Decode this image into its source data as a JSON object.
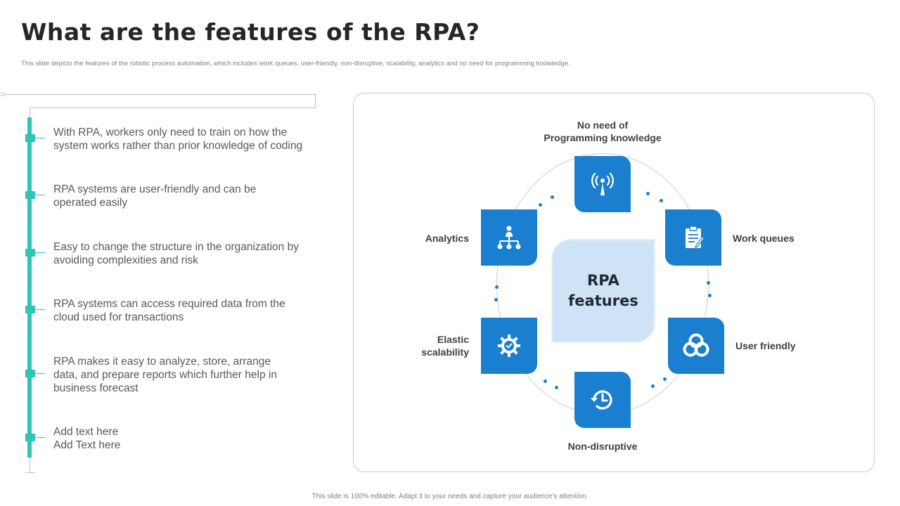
{
  "header": {
    "title": "What are the features of the RPA?",
    "subtitle": "This slide depicts the features of the robotic process automation, which includes work queues, user-friendly, non-disruptive, scalability, analytics and no need for programming knowledge."
  },
  "timeline": {
    "items": [
      {
        "line1": "With RPA, workers only need to train on how the",
        "line2": "system works rather than prior knowledge of coding"
      },
      {
        "line1": "RPA systems are user-friendly and can be",
        "line2": "operated easily"
      },
      {
        "line1": "Easy to change the structure in the organization by",
        "line2": "avoiding complexities and risk"
      },
      {
        "line1": "RPA systems can access required data from the",
        "line2": "cloud used for transactions"
      },
      {
        "line1": "RPA makes it easy to analyze, store, arrange",
        "line2": "data, and prepare reports which further help in",
        "line3": "business forecast"
      },
      {
        "line1": "Add text here",
        "line2": "Add Text here"
      }
    ]
  },
  "diagram": {
    "center": {
      "line1": "RPA",
      "line2": "features"
    },
    "features": [
      {
        "label_line1": "No need of",
        "label_line2": "Programming knowledge",
        "icon": "antenna-icon"
      },
      {
        "label_line1": "Work queues",
        "icon": "clipboard-icon"
      },
      {
        "label_line1": "User friendly",
        "icon": "circles-icon"
      },
      {
        "label_line1": "Non-disruptive",
        "icon": "history-clock-icon"
      },
      {
        "label_line1": "Elastic",
        "label_line2": "scalability",
        "icon": "gear-check-icon"
      },
      {
        "label_line1": "Analytics",
        "icon": "hierarchy-icon"
      }
    ],
    "colors": {
      "tile": "#1a7fcf",
      "center": "#cfe3f6",
      "timeline": "#2ec4b6"
    }
  },
  "footer": {
    "text": "This slide is 100% editable. Adapt it to your needs and capture your audience's attention."
  }
}
